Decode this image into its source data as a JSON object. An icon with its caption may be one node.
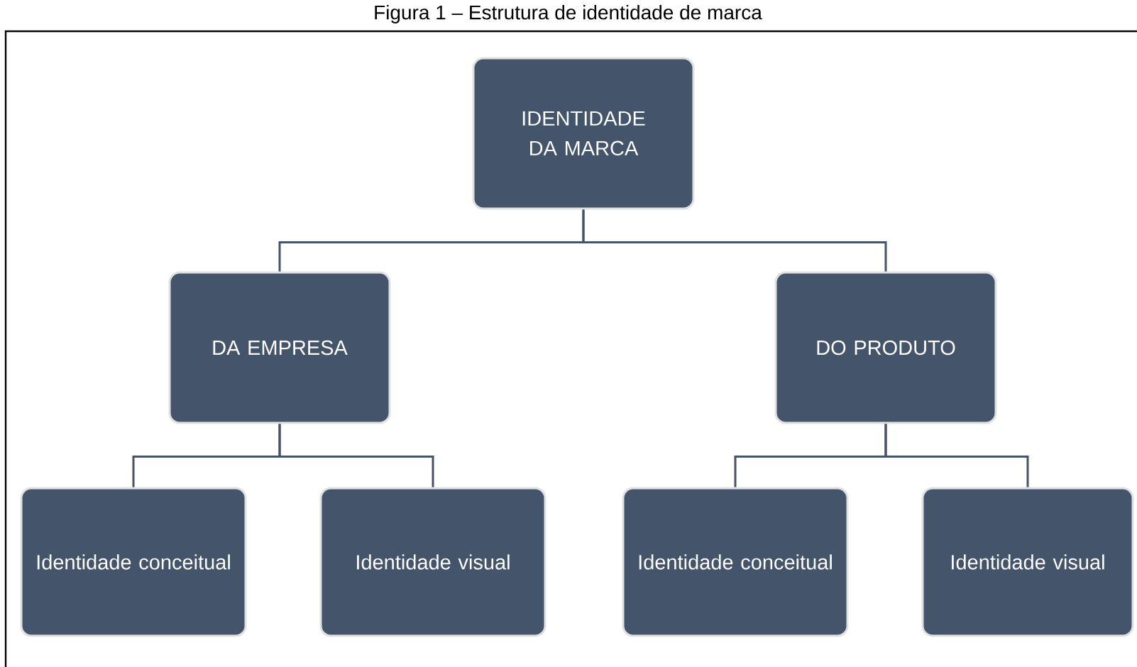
{
  "diagram": {
    "title": "Figura 1 – Estrutura de identidade de marca",
    "nodes": [
      {
        "text": [
          "IDENTIDADE DA MARCA"
        ]
      },
      {
        "text": [
          "DA EMPRESA"
        ]
      },
      {
        "text": [
          "DO PRODUTO"
        ]
      },
      {
        "text": [
          "Identidade conceitual"
        ]
      },
      {
        "text": [
          "Identidade visual"
        ]
      },
      {
        "text": [
          "Identidade conceitual"
        ]
      },
      {
        "text": [
          "Identidade visual"
        ]
      }
    ],
    "edges": [
      {
        "from": 0,
        "to": 1,
        "arrow": "none"
      },
      {
        "from": 0,
        "to": 2,
        "arrow": "none"
      },
      {
        "from": 1,
        "to": 3,
        "arrow": "none"
      },
      {
        "from": 1,
        "to": 4,
        "arrow": "none"
      },
      {
        "from": 2,
        "to": 5,
        "arrow": "none"
      },
      {
        "from": 2,
        "to": 6,
        "arrow": "none"
      }
    ]
  }
}
